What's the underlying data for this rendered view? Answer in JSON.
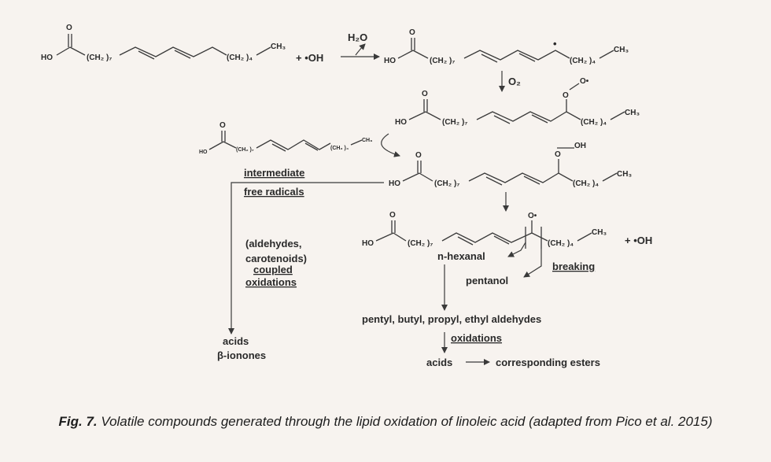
{
  "figure": {
    "figure_label": "Fig. 7.",
    "caption": "Volatile compounds generated through the lipid oxidation of linoleic acid (adapted from Pico et al. 2015)"
  },
  "atoms": {
    "O": "O",
    "HO": "HO",
    "OH": "OH",
    "CH3": "CH₃",
    "CH2_7": "(CH₂ )₇",
    "CH2_4": "(CH₂ )₄",
    "plus_oh": "+ •OH",
    "h2o": "H₂O",
    "o2": "O₂",
    "radical_dot": "•",
    "o_radical": "O•"
  },
  "labels": {
    "intermediate": "intermediate",
    "free_radicals": "free radicals",
    "aldehydes": "(aldehydes,",
    "carotenoids": "carotenoids)",
    "coupled": "coupled",
    "oxidations_left": "oxidations",
    "acids_left": "acids",
    "beta_ionones": "β-ionones",
    "n_hexanal": "n-hexanal",
    "breaking": "breaking",
    "pentanol": "pentanol",
    "aldehydes_list": "pentyl, butyl, propyl, ethyl aldehydes",
    "oxidations_bottom": "oxidations",
    "acids_bottom": "acids",
    "esters": "corresponding esters"
  }
}
